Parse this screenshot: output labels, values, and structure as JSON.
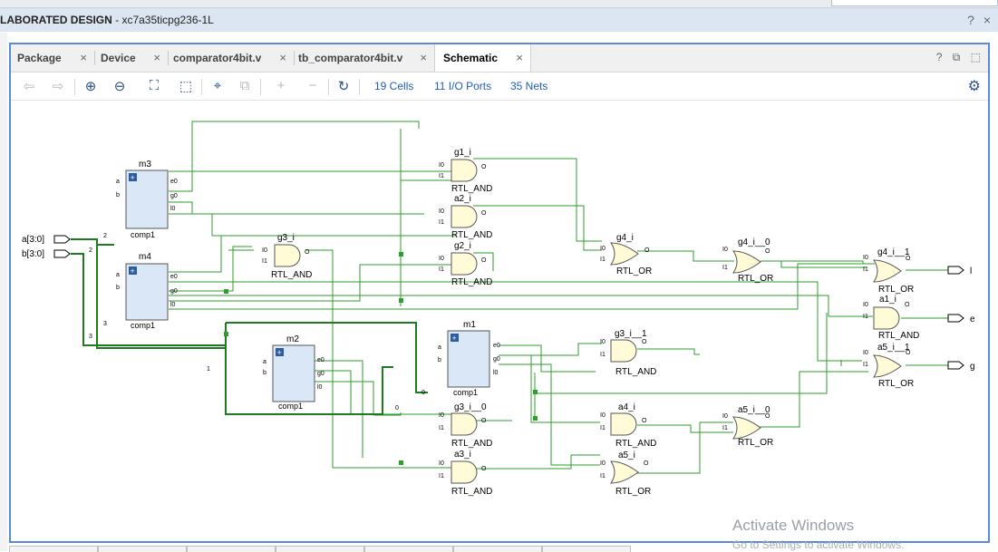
{
  "window": {
    "title_prefix": "LABORATED DESIGN",
    "title_suffix": " - xc7a35ticpg236-1L",
    "help_icon": "?",
    "close_icon": "×"
  },
  "tabs": [
    {
      "label": "Package",
      "active": false
    },
    {
      "label": "Device",
      "active": false
    },
    {
      "label": "comparator4bit.v",
      "active": false
    },
    {
      "label": "tb_comparator4bit.v",
      "active": false
    },
    {
      "label": "Schematic",
      "active": true
    }
  ],
  "tab_close": "×",
  "tab_icons": {
    "help": "?",
    "float": "⧉",
    "maximize": "⬚"
  },
  "toolbar": {
    "cells": "19 Cells",
    "io_ports": "11 I/O Ports",
    "nets": "35 Nets"
  },
  "schematic": {
    "inputs": [
      "a[3:0]",
      "b[3:0]"
    ],
    "outputs": [
      "l",
      "e",
      "g"
    ],
    "modules": [
      {
        "id": "m3",
        "type": "comp1",
        "pins_in": [
          "a",
          "b"
        ],
        "pins_out": [
          "e0",
          "g0",
          "l0"
        ]
      },
      {
        "id": "m4",
        "type": "comp1",
        "pins_in": [
          "a",
          "b"
        ],
        "pins_out": [
          "e0",
          "g0",
          "l0"
        ]
      },
      {
        "id": "m2",
        "type": "comp1",
        "pins_in": [
          "a",
          "b"
        ],
        "pins_out": [
          "e0",
          "g0",
          "l0"
        ]
      },
      {
        "id": "m1",
        "type": "comp1",
        "pins_in": [
          "a",
          "b"
        ],
        "pins_out": [
          "e0",
          "g0",
          "l0"
        ]
      }
    ],
    "bus_indices": [
      "2",
      "2",
      "3",
      "3",
      "1",
      "0",
      "0"
    ],
    "gates": [
      {
        "id": "g1_i",
        "type": "RTL_AND"
      },
      {
        "id": "a2_i",
        "type": "RTL_AND"
      },
      {
        "id": "g3_i",
        "type": "RTL_AND"
      },
      {
        "id": "g2_i",
        "type": "RTL_AND"
      },
      {
        "id": "g4_i",
        "type": "RTL_OR"
      },
      {
        "id": "g4_i__0",
        "type": "RTL_OR"
      },
      {
        "id": "g4_i__1",
        "type": "RTL_OR"
      },
      {
        "id": "a1_i",
        "type": "RTL_AND"
      },
      {
        "id": "a5_i__1",
        "type": "RTL_OR"
      },
      {
        "id": "g3_i__1",
        "type": "RTL_AND"
      },
      {
        "id": "g3_i__0",
        "type": "RTL_AND"
      },
      {
        "id": "a4_i",
        "type": "RTL_AND"
      },
      {
        "id": "a5_i__0",
        "type": "RTL_OR"
      },
      {
        "id": "a3_i",
        "type": "RTL_AND"
      },
      {
        "id": "a5_i",
        "type": "RTL_OR"
      }
    ],
    "gate_pins": {
      "in0": "I0",
      "in1": "I1",
      "out": "O"
    }
  },
  "watermark": {
    "line1": "Activate Windows",
    "line2": "Go to Settings to activate Windows."
  },
  "colors": {
    "wire": "#2e9e2e",
    "bus": "#1e7a1e",
    "gate_fill": "#fffbd6",
    "module_fill": "#d9e7f7",
    "accent": "#1f5fbf"
  }
}
